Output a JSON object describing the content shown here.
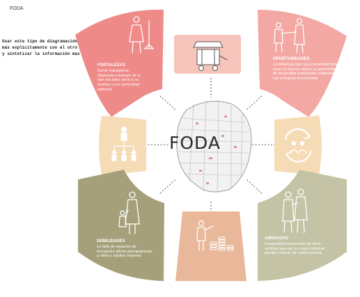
{
  "header": {
    "title": "FODA"
  },
  "note": {
    "lines": [
      "Usar este tipo de diagramación, pero detallando",
      "más explícitamente con el otro archivo y resumir",
      "y sintetizar la información mas primordial."
    ]
  },
  "center": {
    "label": "FODA"
  },
  "segments": {
    "fortalezas": {
      "heading": "FORTALEZAS",
      "lines": [
        "Gente trabajadora,",
        "dispuesta a trabajar de lo",
        "que sea para sacar a su",
        "familia y a su comunidad",
        "adelante"
      ],
      "color": "#ee8a88"
    },
    "oportunidades": {
      "heading": "OPORTUNIDADES",
      "lines": [
        "La influencia que una comunidad tiene",
        "sobre la otra les ofrece la oportunidad",
        "de desarrollar actividades colaborati-",
        "vas y mejorar la economia"
      ],
      "color": "#f3a8a3"
    },
    "debilidades": {
      "heading": "DEBILIDADES",
      "lines": [
        "La falta de espacios de",
        "recreación afecta principalmente",
        "a niños y adultos mayores"
      ],
      "color": "#a5a07a"
    },
    "amenazas": {
      "heading": "AMENAZAS",
      "lines": [
        "Inseguridad proveniente de otros",
        "sectores que por su origen informal",
        "pueden carecer de control policial"
      ],
      "color": "#c4c3a6"
    },
    "top_center": {
      "color": "#f6c4bb"
    },
    "left_center": {
      "color": "#f6dcb6"
    },
    "right_center": {
      "color": "#f6dcb6"
    },
    "bottom_center": {
      "color": "#e9b89b"
    }
  },
  "icons": {
    "fortalezas": "worker-figure-icon",
    "top_center": "street-vendor-cart-icon",
    "oportunidades": "people-shaking-hands-icon",
    "left_center": "organization-hierarchy-icon",
    "right_center": "people-cycle-icon",
    "debilidades": "elderly-woman-child-icon",
    "bottom_center": "person-coins-icon",
    "amenazas": "couple-figure-icon",
    "center": "city-map-icon"
  }
}
